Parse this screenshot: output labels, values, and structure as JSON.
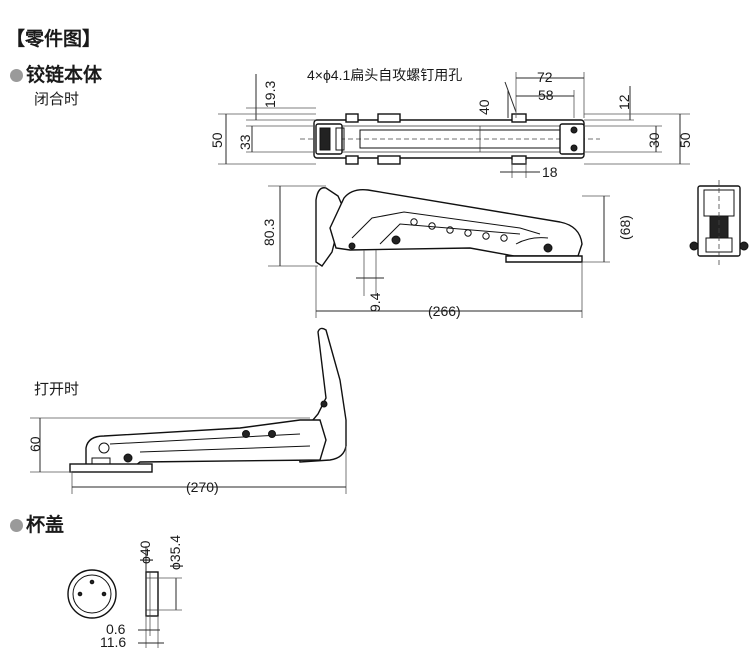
{
  "headings": {
    "parts_drawing": "【零件图】",
    "hinge_body": "铰链本体",
    "closed": "闭合时",
    "open": "打开时",
    "cup_cover": "杯盖"
  },
  "dimensions": {
    "screw_note": "4×ϕ4.1扁头自攻螺钉用孔",
    "top_19_3": "19.3",
    "top_72": "72",
    "top_58": "58",
    "top_40": "40",
    "top_12": "12",
    "top_50_left": "50",
    "top_33": "33",
    "top_30": "30",
    "top_50_right": "50",
    "top_18": "18",
    "side_80_3": "80.3",
    "side_68": "(68)",
    "side_9_4": "9.4",
    "side_266": "(266)",
    "open_60": "60",
    "open_270": "(270)",
    "cup_d40": "ϕ40",
    "cup_d35_4": "ϕ35.4",
    "cup_0_6": "0.6",
    "cup_11_6": "11.6"
  }
}
